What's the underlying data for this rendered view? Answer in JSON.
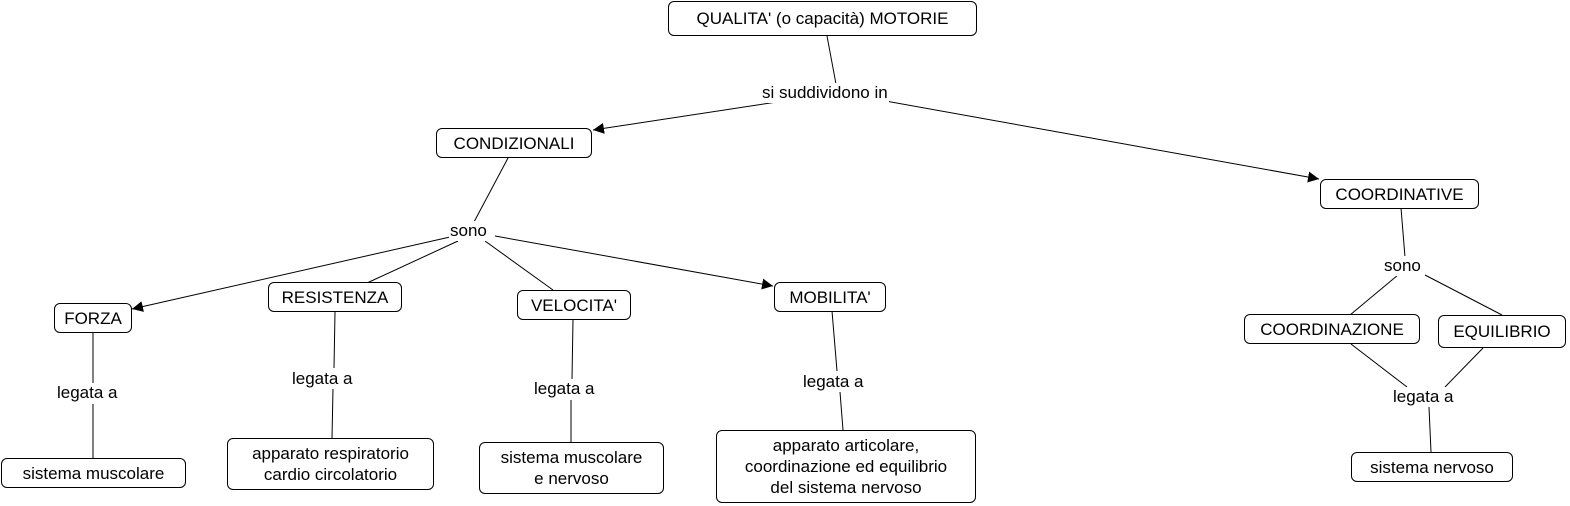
{
  "concepts": {
    "root": "QUALITA' (o capacità) MOTORIE",
    "condizionali": "CONDIZIONALI",
    "coordinative": "COORDINATIVE",
    "forza": "FORZA",
    "resistenza": "RESISTENZA",
    "velocita": "VELOCITA'",
    "mobilita": "MOBILITA'",
    "coordinazione": "COORDINAZIONE",
    "equilibrio": "EQUILIBRIO",
    "sistema_muscolare": "sistema muscolare",
    "apparato_respiratorio": "apparato respiratorio\ncardio circolatorio",
    "muscolare_nervoso": "sistema muscolare\ne nervoso",
    "apparato_articolare": "apparato articolare,\ncoordinazione ed equilibrio\ndel sistema nervoso",
    "sistema_nervoso": "sistema nervoso"
  },
  "links": {
    "si_suddividono_in": "si suddividono in",
    "sono_cond": "sono",
    "sono_coord": "sono",
    "legata_a_forza": "legata a",
    "legata_a_resistenza": "legata a",
    "legata_a_velocita": "legata a",
    "legata_a_mobilita": "legata a",
    "legata_a_coord": "legata a"
  }
}
